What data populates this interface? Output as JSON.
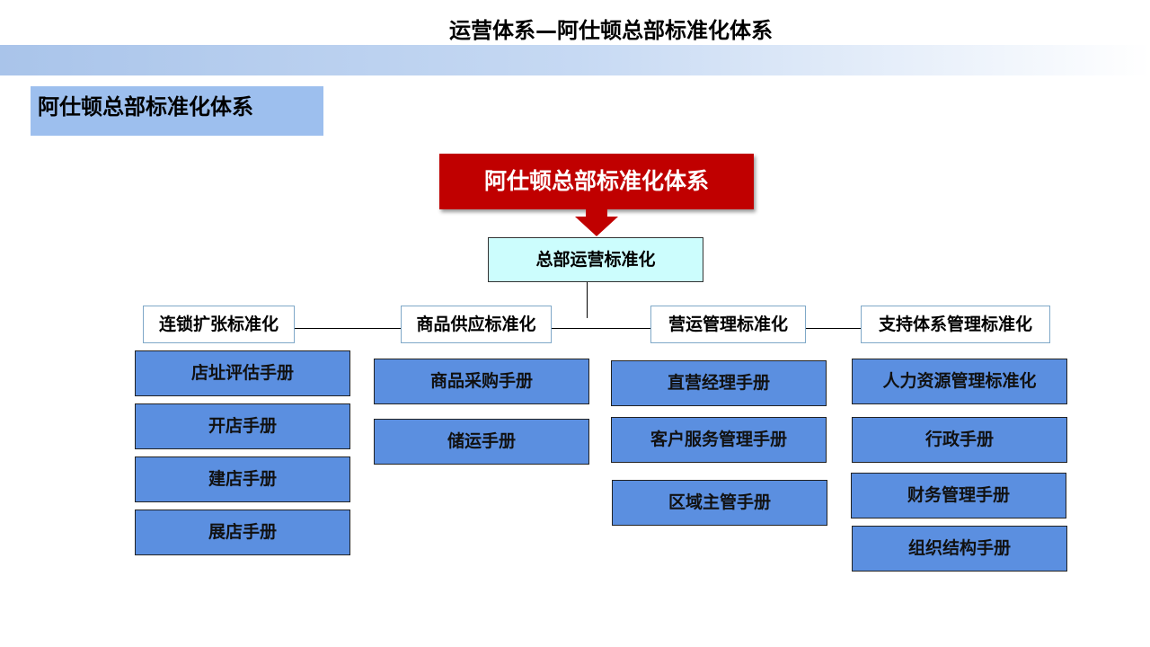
{
  "header": {
    "title": "运营体系—阿仕顿总部标准化体系",
    "subtitle": "阿仕顿总部标准化体系"
  },
  "root": "阿仕顿总部标准化体系",
  "hq": "总部运营标准化",
  "categories": [
    {
      "label": "连锁扩张标准化",
      "items": [
        "店址评估手册",
        "开店手册",
        "建店手册",
        "展店手册"
      ]
    },
    {
      "label": "商品供应标准化",
      "items": [
        "商品采购手册",
        "储运手册"
      ]
    },
    {
      "label": "营运管理标准化",
      "items": [
        "直营经理手册",
        "客户服务管理手册",
        "区域主管手册"
      ]
    },
    {
      "label": "支持体系管理标准化",
      "items": [
        "人力资源管理标准化",
        "行政手册",
        "财务管理手册",
        "组织结构手册"
      ]
    }
  ],
  "colors": {
    "root": "#c00000",
    "hq": "#ccfdfd",
    "box": "#5b8fe0"
  }
}
